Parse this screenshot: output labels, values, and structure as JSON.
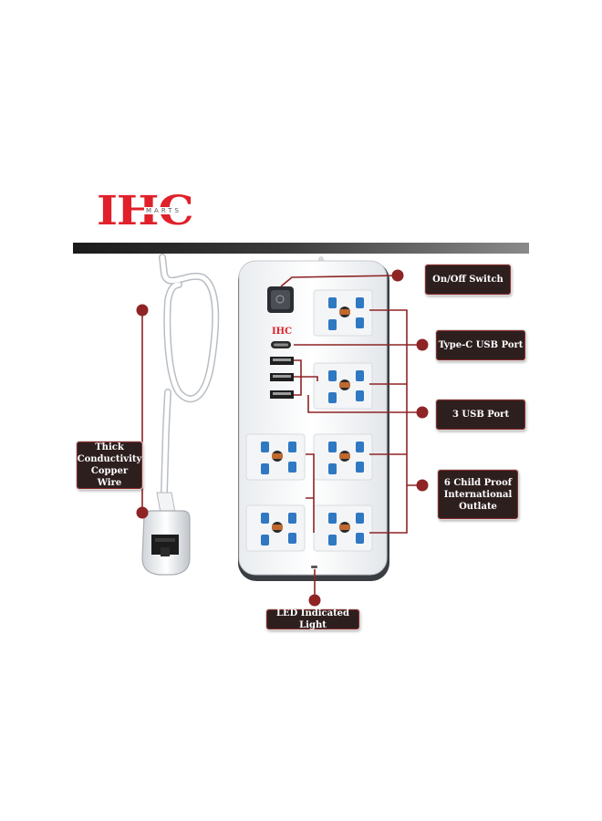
{
  "brand": {
    "name": "IHC",
    "subtitle": "MARTS"
  },
  "callouts": {
    "on_off_switch": "On/Off Switch",
    "type_c_usb_port": "Type-C USB Port",
    "usb_ports": "3 USB Port",
    "outlets": [
      "6 Child Proof",
      "International",
      "Outlate"
    ],
    "copper_wire": [
      "Thick",
      "Conductivity",
      "Copper Wire"
    ],
    "led_light": "LED Indicated Light"
  },
  "product": {
    "strip_logo": "IHC"
  },
  "colors": {
    "brand_red": "#e0202a",
    "label_bg": "#2e1f1f",
    "leader_red": "#8e2424",
    "socket_blue": "#2f78c2"
  }
}
